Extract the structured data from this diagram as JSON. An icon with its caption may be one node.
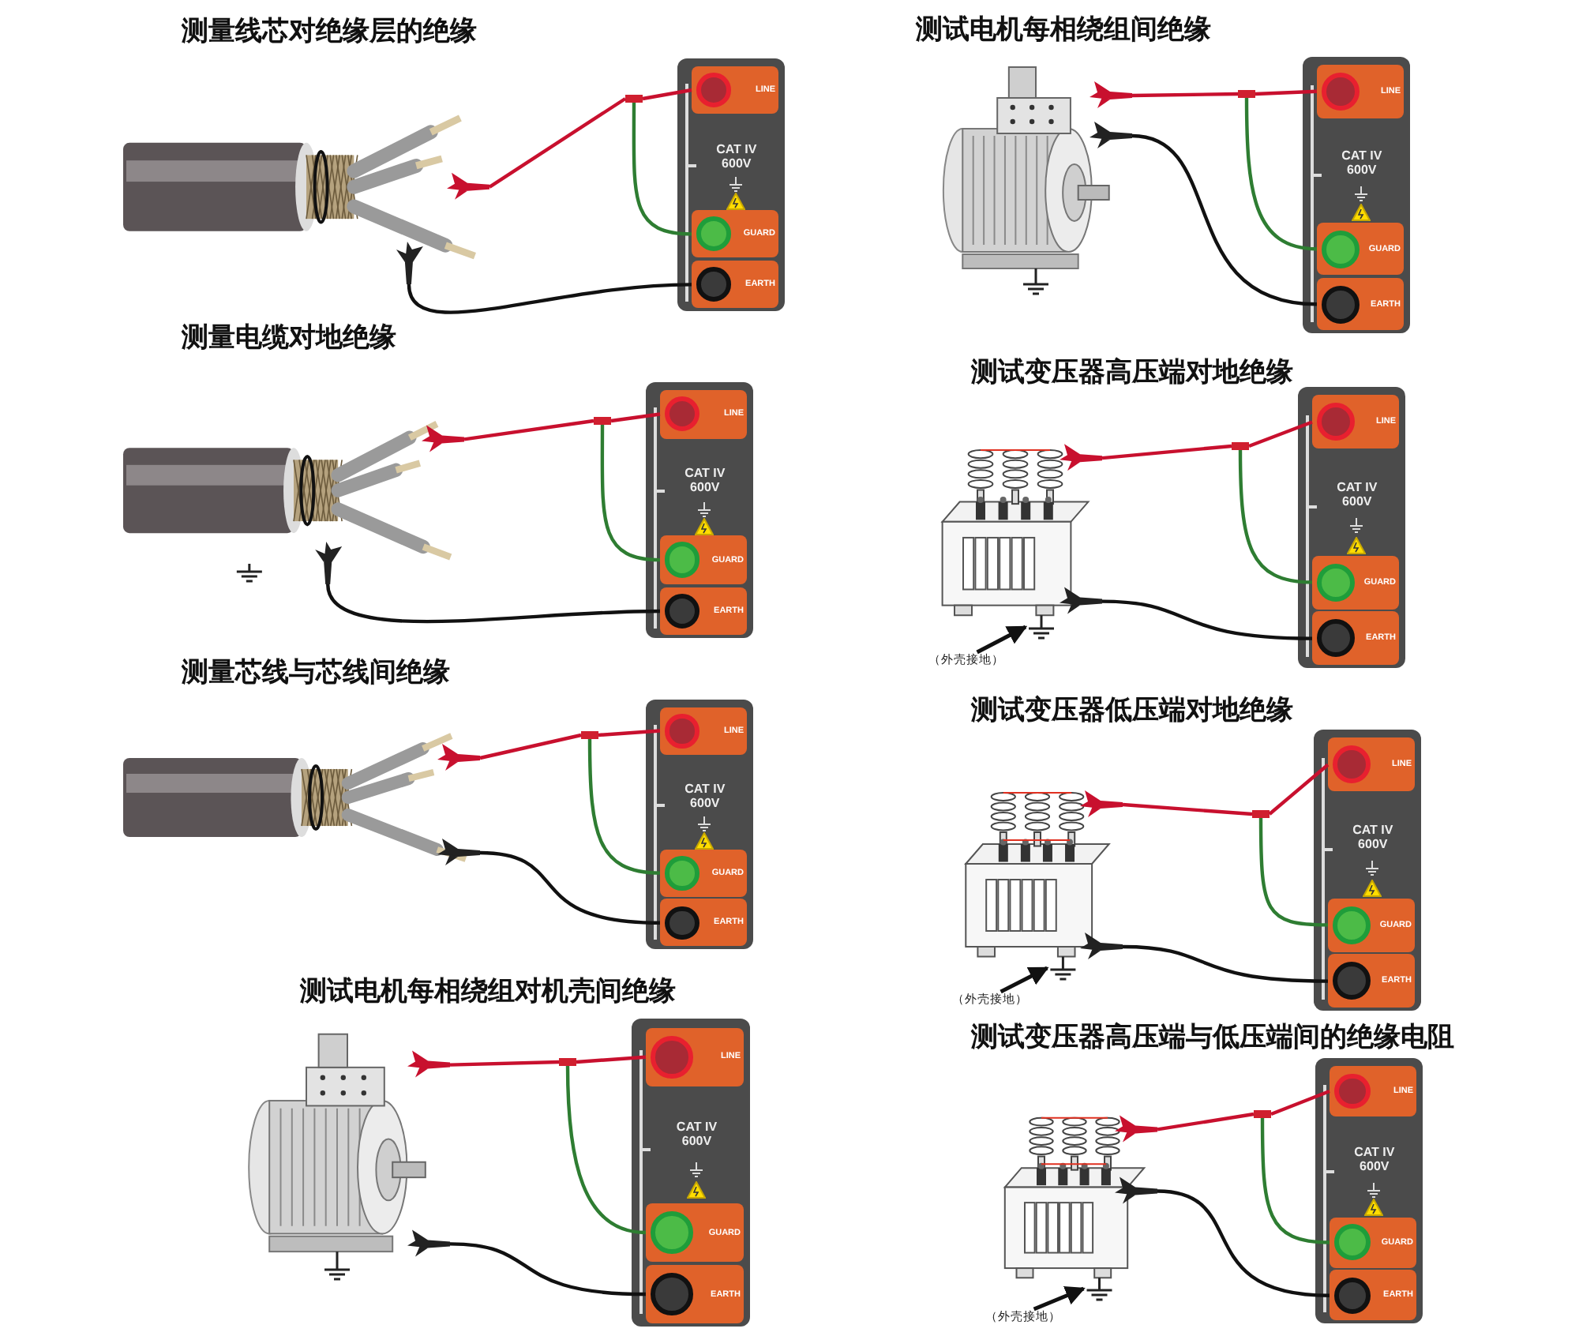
{
  "diagram": {
    "nodes": [
      {
        "text": [
          "CAT IV 600V"
        ]
      },
      {
        "text": [
          "LINE"
        ],
        "in": 0
      },
      {
        "text": [
          "GUARD"
        ],
        "in": 0
      },
      {
        "text": [
          "EARTH"
        ],
        "in": 0
      },
      {
        "text": [],
        "shape": "picture"
      },
      {
        "text": [],
        "shape": "box"
      },
      {
        "text": [
          "CAT IV 600V"
        ]
      },
      {
        "text": [
          "LINE"
        ],
        "in": 6
      },
      {
        "text": [
          "GUARD"
        ],
        "in": 6
      },
      {
        "text": [
          "EARTH"
        ],
        "in": 6
      },
      {
        "text": [],
        "shape": "picture"
      },
      {
        "text": [],
        "shape": "box"
      },
      {
        "text": [
          "CAT IV 600V"
        ]
      },
      {
        "text": [
          "LINE"
        ],
        "in": 12
      },
      {
        "text": [
          "GUARD"
        ],
        "in": 12
      },
      {
        "text": [
          "EARTH"
        ],
        "in": 12
      },
      {
        "text": [],
        "shape": "picture"
      },
      {
        "text": [],
        "shape": "box"
      },
      {
        "text": [
          "CAT IV 600V"
        ]
      },
      {
        "text": [
          "LINE"
        ],
        "in": 18
      },
      {
        "text": [
          "GUARD"
        ],
        "in": 18
      },
      {
        "text": [
          "EARTH"
        ],
        "in": 18
      },
      {
        "text": [],
        "shape": "picture"
      },
      {
        "text": [],
        "shape": "box"
      },
      {
        "text": [
          "CAT IV 600V"
        ]
      },
      {
        "text": [
          "LINE"
        ],
        "in": 24
      },
      {
        "text": [
          "GUARD"
        ],
        "in": 24
      },
      {
        "text": [
          "EARTH"
        ],
        "in": 24
      },
      {
        "text": [],
        "shape": "picture"
      },
      {
        "text": [],
        "shape": "box"
      },
      {
        "text": [
          "CAT IV 600V"
        ]
      },
      {
        "text": [
          "LINE"
        ],
        "in": 30
      },
      {
        "text": [
          "GUARD"
        ],
        "in": 30
      },
      {
        "text": [
          "EARTH"
        ],
        "in": 30
      },
      {
        "text": [],
        "shape": "picture"
      },
      {
        "text": [],
        "shape": "box"
      },
      {
        "text": [
          "CAT IV 600V"
        ]
      },
      {
        "text": [
          "LINE"
        ],
        "in": 36
      },
      {
        "text": [
          "GUARD"
        ],
        "in": 36
      },
      {
        "text": [
          "EARTH"
        ],
        "in": 36
      },
      {
        "text": [],
        "shape": "picture"
      },
      {
        "text": [],
        "shape": "box"
      },
      {
        "text": [
          "CAT IV 600V"
        ]
      },
      {
        "text": [
          "LINE"
        ],
        "in": 42
      },
      {
        "text": [
          "GUARD"
        ],
        "in": 42
      },
      {
        "text": [
          "EARTH"
        ],
        "in": 42
      },
      {
        "text": [],
        "shape": "picture"
      },
      {
        "text": [],
        "shape": "box"
      },
      {
        "text": [
          "（外壳接地）"
        ]
      },
      {
        "text": [
          "（外壳接地）"
        ]
      },
      {
        "text": [
          "（外壳接地）"
        ]
      }
    ],
    "edges": [
      {
        "from": 1,
        "to": 5,
        "arrow": "none"
      },
      {
        "from": 5,
        "to": 4,
        "arrow": "none"
      },
      {
        "from": 2,
        "to": 5,
        "arrow": "none",
        "color": "#2e7d32"
      },
      {
        "from": 3,
        "to": 4,
        "arrow": "none",
        "color": "#111111"
      },
      {
        "from": 7,
        "to": 11,
        "arrow": "none"
      },
      {
        "from": 11,
        "to": 10,
        "arrow": "none"
      },
      {
        "from": 8,
        "to": 11,
        "arrow": "none",
        "color": "#2e7d32"
      },
      {
        "from": 9,
        "to": 10,
        "arrow": "none",
        "color": "#111111"
      },
      {
        "from": 13,
        "to": 17,
        "arrow": "none"
      },
      {
        "from": 17,
        "to": 16,
        "arrow": "none"
      },
      {
        "from": 14,
        "to": 17,
        "arrow": "none",
        "color": "#2e7d32"
      },
      {
        "from": 15,
        "to": 16,
        "arrow": "none",
        "color": "#111111"
      },
      {
        "from": 19,
        "to": 23,
        "arrow": "none"
      },
      {
        "from": 23,
        "to": 22,
        "arrow": "none"
      },
      {
        "from": 20,
        "to": 23,
        "arrow": "none",
        "color": "#2e7d32"
      },
      {
        "from": 21,
        "to": 22,
        "arrow": "none",
        "color": "#111111"
      },
      {
        "from": 25,
        "to": 29,
        "arrow": "none"
      },
      {
        "from": 29,
        "to": 28,
        "arrow": "none"
      },
      {
        "from": 26,
        "to": 29,
        "arrow": "none",
        "color": "#2e7d32"
      },
      {
        "from": 27,
        "to": 28,
        "arrow": "none",
        "color": "#111111"
      },
      {
        "from": 31,
        "to": 35,
        "arrow": "none"
      },
      {
        "from": 35,
        "to": 34,
        "arrow": "none"
      },
      {
        "from": 32,
        "to": 35,
        "arrow": "none",
        "color": "#2e7d32"
      },
      {
        "from": 33,
        "to": 34,
        "arrow": "none",
        "color": "#111111"
      },
      {
        "from": 37,
        "to": 41,
        "arrow": "none"
      },
      {
        "from": 41,
        "to": 40,
        "arrow": "none"
      },
      {
        "from": 38,
        "to": 41,
        "arrow": "none",
        "color": "#2e7d32"
      },
      {
        "from": 39,
        "to": 40,
        "arrow": "none",
        "color": "#111111"
      },
      {
        "from": 43,
        "to": 47,
        "arrow": "none"
      },
      {
        "from": 47,
        "to": 46,
        "arrow": "none"
      },
      {
        "from": 44,
        "to": 47,
        "arrow": "none",
        "color": "#2e7d32"
      },
      {
        "from": 45,
        "to": 46,
        "arrow": "none",
        "color": "#111111"
      },
      {
        "from": 48,
        "to": null,
        "arrow": "to",
        "color": "#111111"
      },
      {
        "from": 49,
        "to": null,
        "arrow": "to",
        "color": "#111111"
      },
      {
        "from": 50,
        "to": null,
        "arrow": "to",
        "color": "#111111"
      }
    ],
    "labels": [
      "测量线芯对绝缘层的绝缘",
      "测量电缆对地绝缘",
      "测量芯线与芯线间绝缘",
      "测试电机每相绕组对机壳间绝缘",
      "测试电机每相绕组间绝缘",
      "测试变压器高压端对地绝缘",
      "测试变压器低压端对地绝缘",
      "测试变压器高压端与低压端间的绝缘电阻"
    ]
  }
}
